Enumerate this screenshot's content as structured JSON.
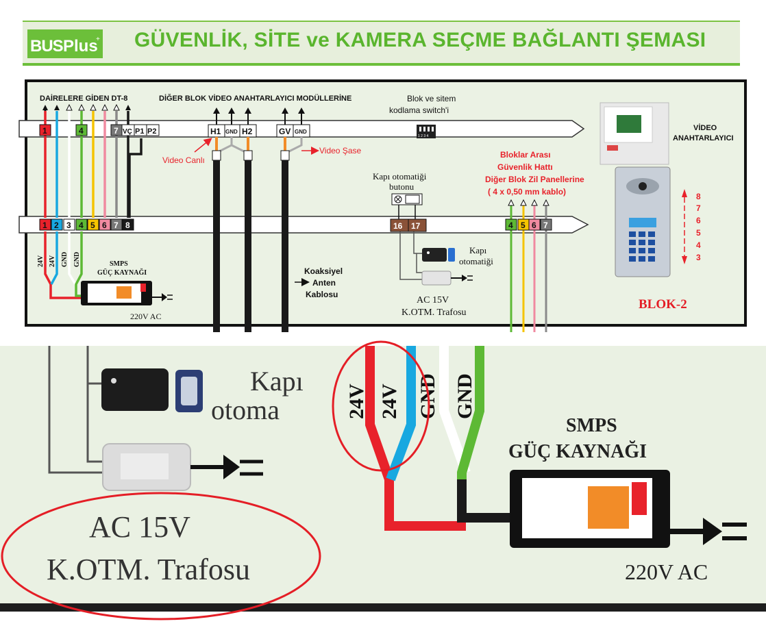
{
  "header": {
    "logo_bus": "BUS",
    "logo_plus": "Plus",
    "logo_plus_mark": "+",
    "logo_small": "",
    "title": "GÜVENLİK, SİTE ve KAMERA SEÇME BAĞLANTI ŞEMASI"
  },
  "diagram": {
    "label_apartments": "DAİRELERE GİDEN DT-8",
    "label_other_block_video": "DİĞER BLOK VİDEO ANAHTARLAYICI MODÜLLERİNE",
    "label_switch_line1": "Blok ve sitem",
    "label_switch_line2": "kodlama switch'i",
    "switch_numbers": "1 2 3 4",
    "label_video_switcher_line1": "VİDEO",
    "label_video_switcher_line2": "ANAHTARLAYICI",
    "top_terminals": [
      "1",
      "4",
      "7",
      "VÇ",
      "P1",
      "P2"
    ],
    "h_terminals": [
      "H1",
      "GND",
      "H2"
    ],
    "gv_terminals": [
      "GV",
      "GND"
    ],
    "label_video_live": "Video Canlı",
    "label_video_chassis": "Video Şase",
    "label_security_line1": "Bloklar Arası",
    "label_security_line2": "Güvenlik Hattı",
    "label_security_line3": "Diğer Blok Zil Panellerine",
    "label_security_line4": "( 4 x 0,50 mm kablo)",
    "label_door_button_line1": "Kapı otomatiği",
    "label_door_button_line2": "butonu",
    "bottom_terminals": [
      "1",
      "2",
      "3",
      "4",
      "5",
      "6",
      "7",
      "8"
    ],
    "door_terminals": [
      "16",
      "17"
    ],
    "security_terminals": [
      "4",
      "5",
      "6",
      "7"
    ],
    "wire_labels": [
      "24V",
      "24V",
      "GND",
      "GND"
    ],
    "label_smps_line1": "SMPS",
    "label_smps_line2": "GÜÇ KAYNAĞI",
    "label_220": "220V  AC",
    "label_coax_line1": "Koaksiyel",
    "label_coax_line2": "Anten",
    "label_coax_line3": "Kablosu",
    "label_door_lock_line1": "Kapı",
    "label_door_lock_line2": "otomatiği",
    "label_trafo_line1": "AC 15V",
    "label_trafo_line2": "K.OTM. Trafosu",
    "floor_numbers": [
      "8",
      "7",
      "6",
      "5",
      "4",
      "3"
    ],
    "label_block": "BLOK-2"
  },
  "zoom": {
    "label_door_lock_line1": "Kapı",
    "label_door_lock_line2": "otoma",
    "wire_labels": [
      "24V",
      "24V",
      "GND",
      "GND"
    ],
    "label_smps_line1": "SMPS",
    "label_smps_line2": "GÜÇ KAYNAĞI",
    "label_trafo_line1": "AC 15V",
    "label_trafo_line2": "K.OTM. Trafosu",
    "label_220": "220V  AC"
  },
  "colors": {
    "accent_green": "#6cbf3a",
    "wire_red": "#e8222b",
    "wire_blue": "#18a8e0",
    "wire_green": "#5db935",
    "wire_yellow": "#f5c400",
    "wire_pink": "#f08aa0",
    "wire_grey": "#8a8a8a",
    "wire_black": "#1a1a1a",
    "highlight_red": "#e41e26"
  }
}
